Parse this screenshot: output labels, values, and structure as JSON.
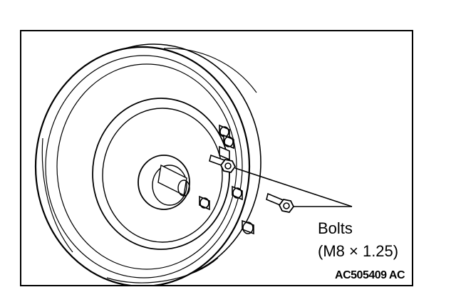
{
  "callout": {
    "name": "Bolts",
    "spec": "(M8 × 1.25)"
  },
  "figure_id": "AC505409 AC",
  "colors": {
    "line": "#000000",
    "background": "#ffffff"
  }
}
